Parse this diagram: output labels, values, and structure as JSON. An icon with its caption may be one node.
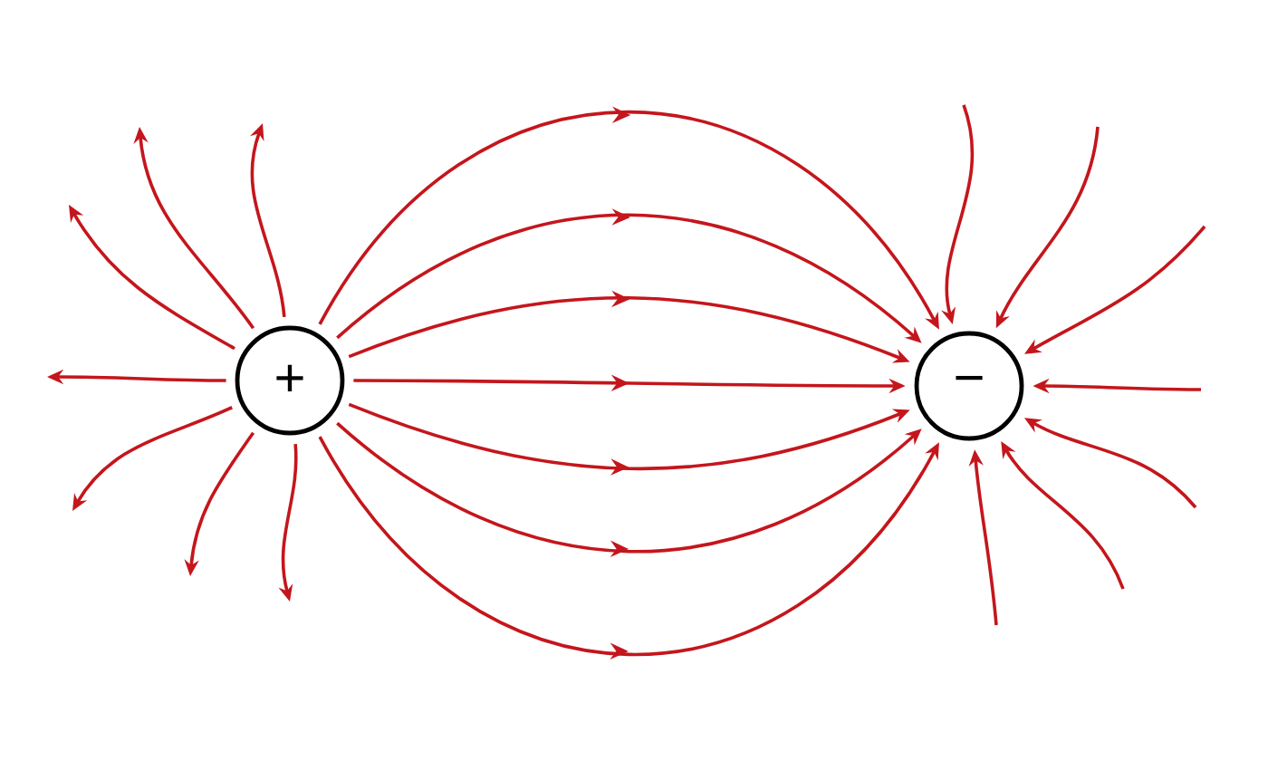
{
  "diagram": {
    "nodes": [
      {
        "text": [
          "+"
        ]
      },
      {
        "text": [
          "−"
        ]
      }
    ],
    "edges": [
      {
        "from": 0,
        "to": 1,
        "arrow": "to"
      },
      {
        "from": 0,
        "to": 1,
        "arrow": "to"
      },
      {
        "from": 0,
        "to": 1,
        "arrow": "to"
      },
      {
        "from": 0,
        "to": 1,
        "arrow": "to"
      },
      {
        "from": 0,
        "to": 1,
        "arrow": "to"
      },
      {
        "from": 0,
        "to": 1,
        "arrow": "to"
      },
      {
        "from": 0,
        "to": 1,
        "arrow": "to"
      },
      {
        "from": 0,
        "to": null,
        "arrow": "to"
      },
      {
        "from": 0,
        "to": null,
        "arrow": "to"
      },
      {
        "from": 0,
        "to": null,
        "arrow": "to"
      },
      {
        "from": 0,
        "to": null,
        "arrow": "to"
      },
      {
        "from": 0,
        "to": null,
        "arrow": "to"
      },
      {
        "from": 0,
        "to": null,
        "arrow": "to"
      },
      {
        "from": 0,
        "to": null,
        "arrow": "to"
      },
      {
        "from": null,
        "to": 1,
        "arrow": "to"
      },
      {
        "from": null,
        "to": 1,
        "arrow": "to"
      },
      {
        "from": null,
        "to": 1,
        "arrow": "to"
      },
      {
        "from": null,
        "to": 1,
        "arrow": "to"
      },
      {
        "from": null,
        "to": 1,
        "arrow": "to"
      },
      {
        "from": null,
        "to": 1,
        "arrow": "to"
      },
      {
        "from": null,
        "to": 1,
        "arrow": "to"
      }
    ]
  }
}
